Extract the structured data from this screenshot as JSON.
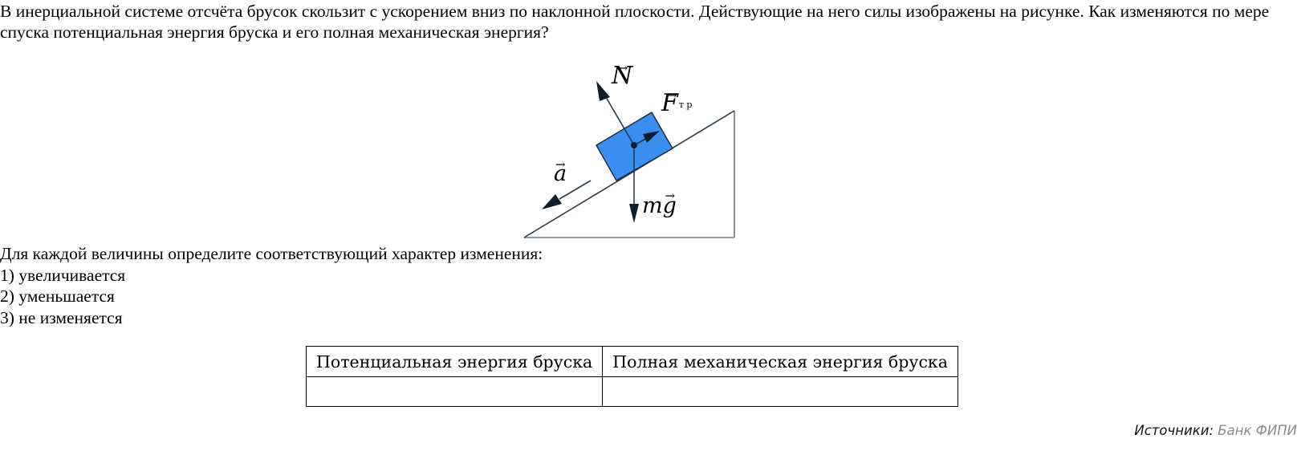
{
  "question": {
    "text": "В инерциальной системе отсчёта брусок скользит с ускорением вниз по наклонной плоскости. Действующие на него силы изображены на рисунке. Как изменяются по мере спуска потенциальная энергия бруска и его полная механическая энергия?"
  },
  "figure": {
    "labels": {
      "normal_force": "N",
      "friction_force": "F",
      "friction_subscript": "т р",
      "acceleration": "a",
      "gravity_m": "m",
      "gravity_g": "g"
    },
    "colors": {
      "block_fill": "#3a8ef0",
      "lines": "#2b3a4a",
      "arrows": "#0e1e2c"
    }
  },
  "instructions": {
    "prompt": "Для каждой величины определите соответствующий характер изменения:",
    "options": [
      "1) увеличивается",
      "2) уменьшается",
      "3) не изменяется"
    ]
  },
  "answer_table": {
    "headers": [
      "Потенциальная энергия бруска",
      "Полная механическая энергия бруска"
    ],
    "values": [
      "",
      ""
    ]
  },
  "source": {
    "label": "Источники:",
    "value": "Банк ФИПИ"
  }
}
